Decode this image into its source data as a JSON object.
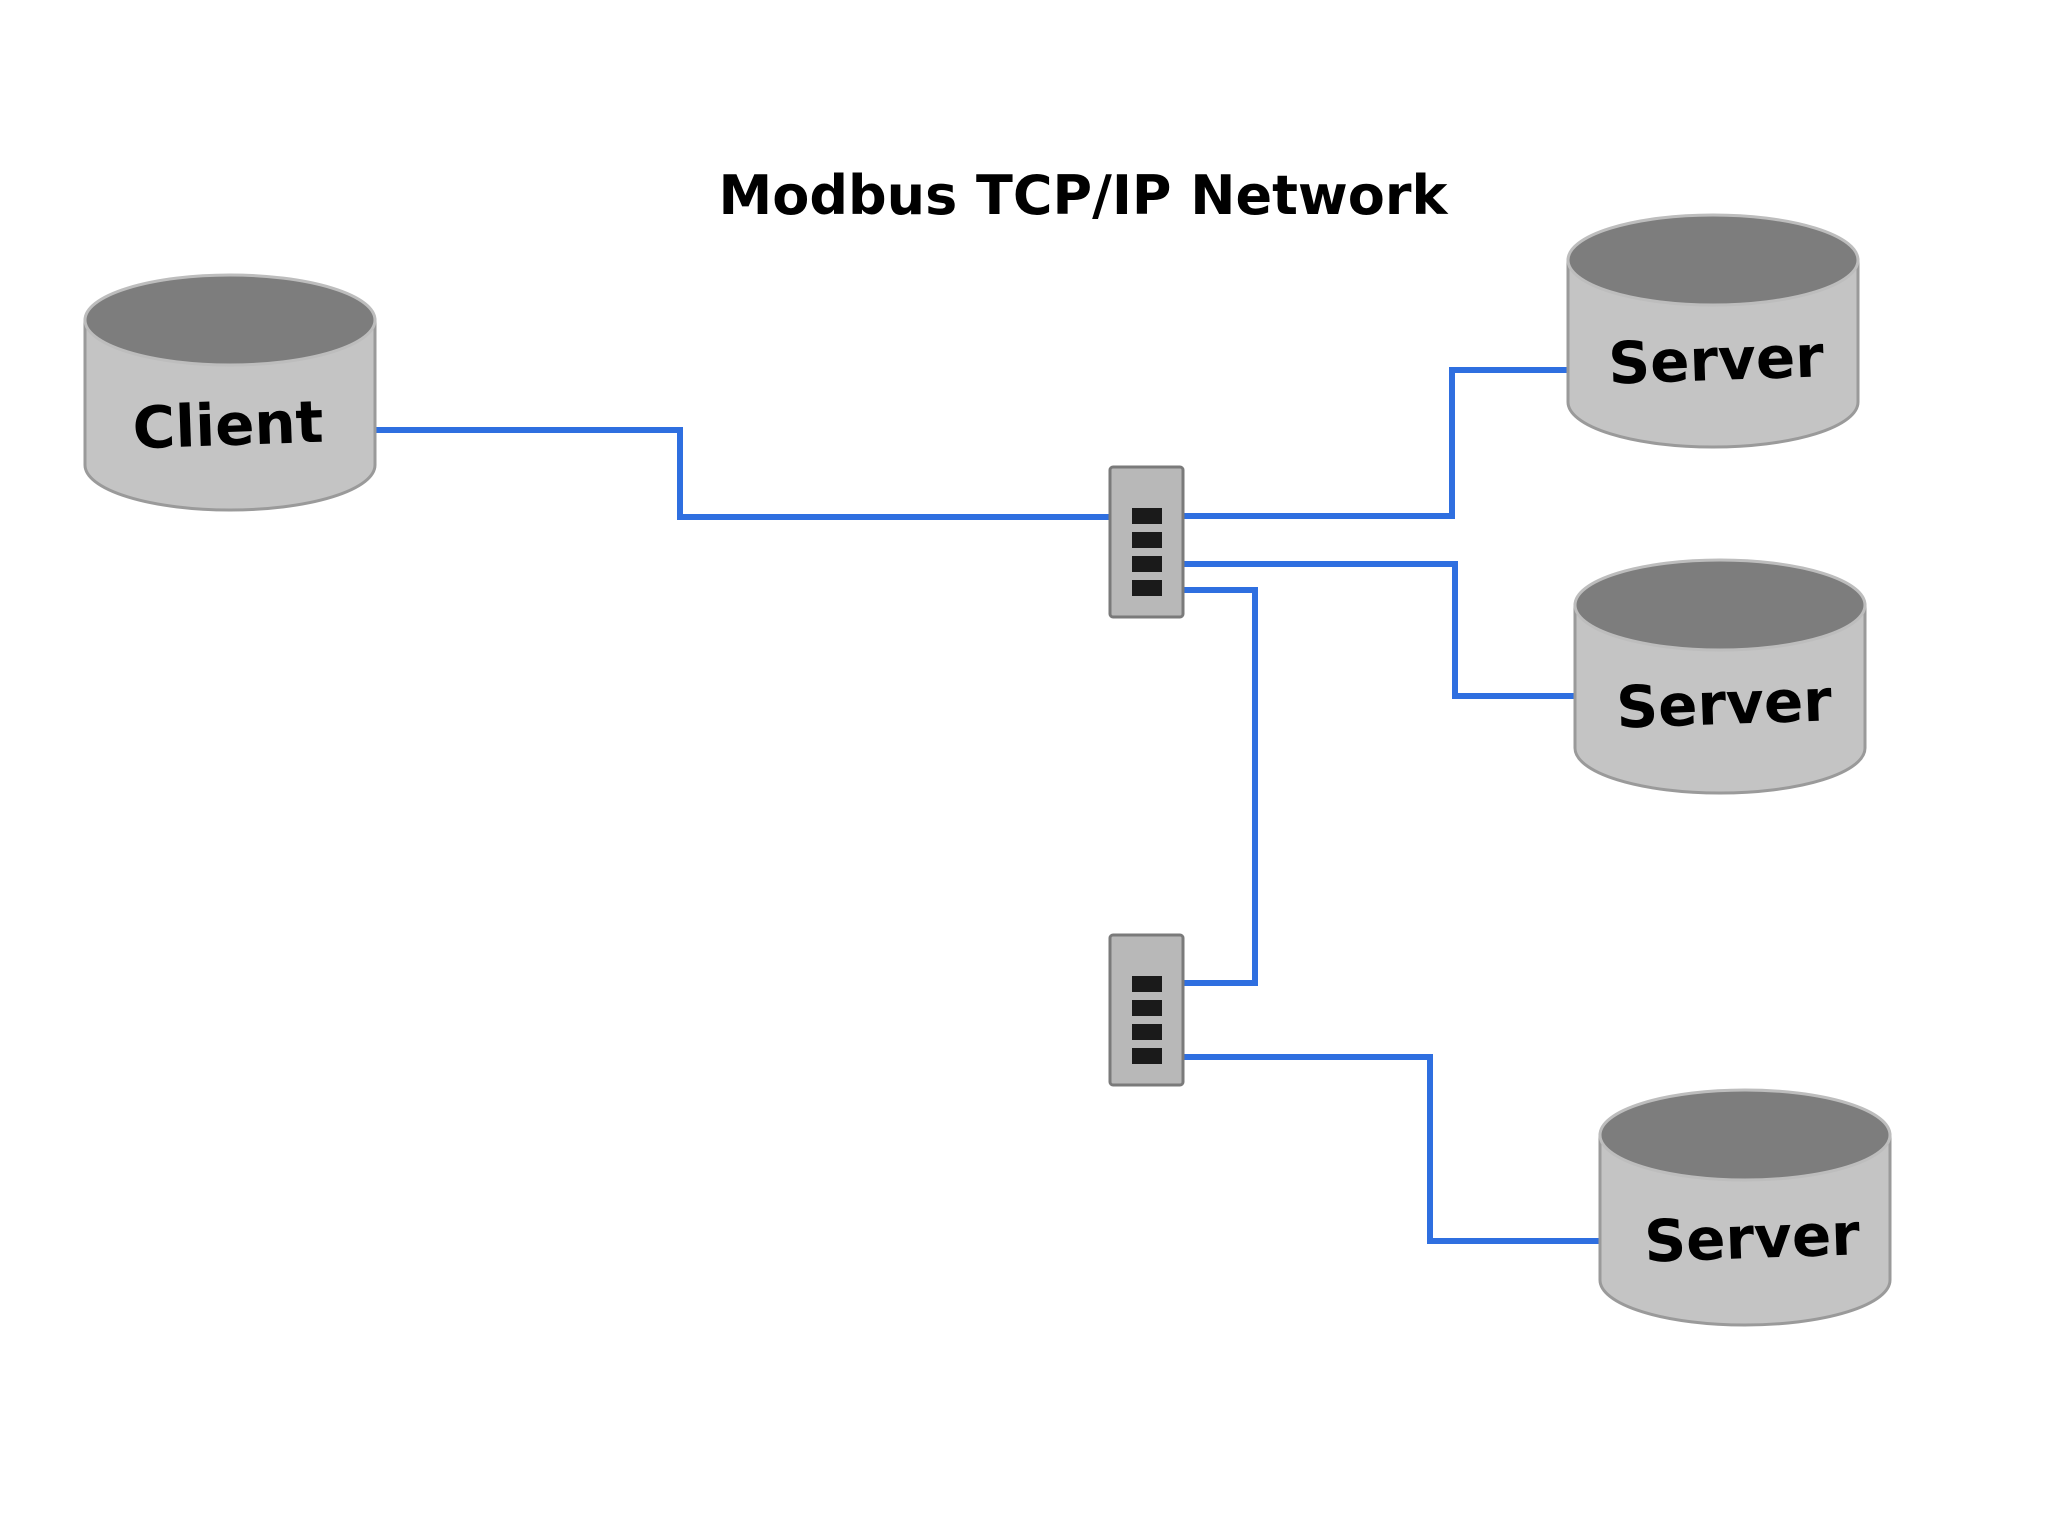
{
  "title": "Modbus TCP/IP Network",
  "colors": {
    "link": "#2f6fe0",
    "cylinder_side": "#c4c4c4",
    "cylinder_top": "#7d7d7d",
    "switch": "#b8b8b8",
    "background": "#ffffff"
  },
  "nodes": {
    "client": {
      "label": "Client"
    },
    "server_1": {
      "label": "Server"
    },
    "server_2": {
      "label": "Server"
    },
    "server_3": {
      "label": "Server"
    }
  },
  "switches": {
    "switch_1": {
      "ports": 4
    },
    "switch_2": {
      "ports": 4
    }
  }
}
